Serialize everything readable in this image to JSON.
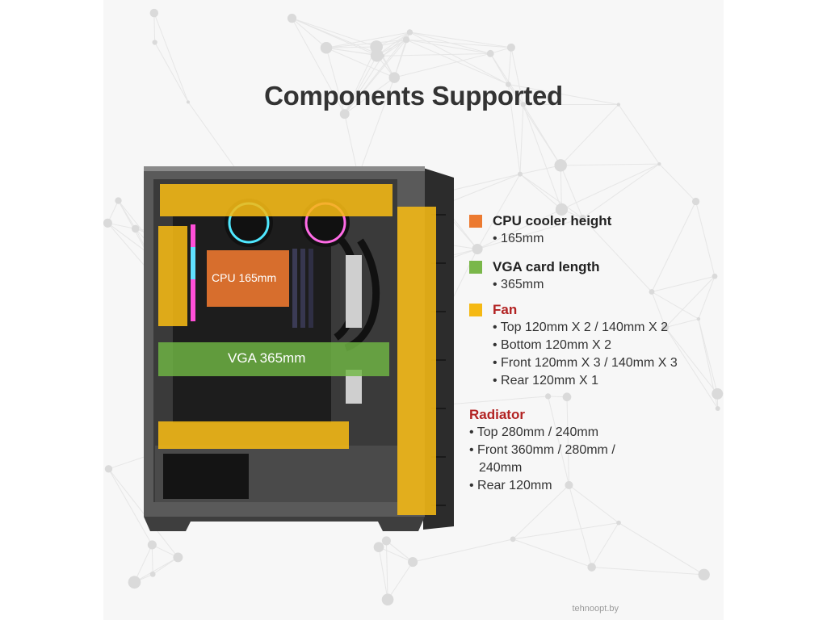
{
  "title": "Components Supported",
  "case_labels": {
    "cpu": "CPU  165mm",
    "vga": "VGA 365mm"
  },
  "specs": {
    "cpu": {
      "heading": "CPU cooler height",
      "items": [
        "165mm"
      ],
      "color": "#ec7a30"
    },
    "vga": {
      "heading": "VGA card length",
      "items": [
        "365mm"
      ],
      "color": "#7ab74a"
    },
    "fan": {
      "heading": "Fan",
      "items": [
        "Top 120mm X 2 / 140mm X 2",
        "Bottom 120mm X 2",
        "Front 120mm X 3 / 140mm X 3",
        "Rear 120mm X 1"
      ],
      "color": "#f5b914"
    },
    "radiator": {
      "heading": "Radiator",
      "items": [
        "Top  280mm / 240mm",
        "Front 360mm / 280mm /",
        "240mm",
        "Rear 120mm"
      ],
      "color": "#b22222"
    }
  },
  "watermark": "tehnoopt.by"
}
